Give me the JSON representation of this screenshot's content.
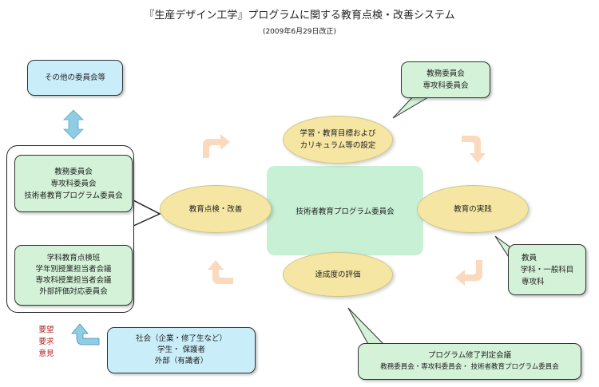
{
  "header": {
    "title": "『生産デザイン工学』プログラムに関する教育点検・改善システム",
    "subtitle": "(2009年6月29日改正)"
  },
  "nodes": {
    "other_committees": "その他の委員会等",
    "left_group_top": [
      "教務委員会",
      "専攻科委員会",
      "技術者教育プログラム委員会"
    ],
    "left_group_bottom": [
      "学科教育点検班",
      "学年別授業担当者会議",
      "専攻科授業担当者会議",
      "外部評価対応委員会"
    ],
    "demands": [
      "要望",
      "要求",
      "意見"
    ],
    "society": [
      "社会（企業・修了生など）",
      "学生・ 保護者",
      "外部（有識者）"
    ],
    "center": "技術者教育プログラム委員会",
    "goals": [
      "学習・教育目標および",
      "カリキュラム等の設定"
    ],
    "practice": "教育の実践",
    "evaluation": "達成度の評価",
    "inspection": "教育点検・改善",
    "callout_top": [
      "教務委員会",
      "専攻科委員会"
    ],
    "callout_right": [
      "教員",
      "学科・一般科目",
      "専攻科"
    ],
    "callout_bottom": [
      "プログラム修了判定会議",
      "教務委員会・専攻科委員会・ 技術者教育プログラム委員会"
    ]
  },
  "colors": {
    "blue_box": "#c9eef9",
    "green_box": "#d3f2d7",
    "ellipse": "#f6e6a3",
    "center": "#c8f0d5",
    "demand_text": "#b22222",
    "arrow_orange": "#fbd9bd",
    "arrow_blue": "#8ecde3",
    "arrow_green": "#c7f2cc"
  }
}
